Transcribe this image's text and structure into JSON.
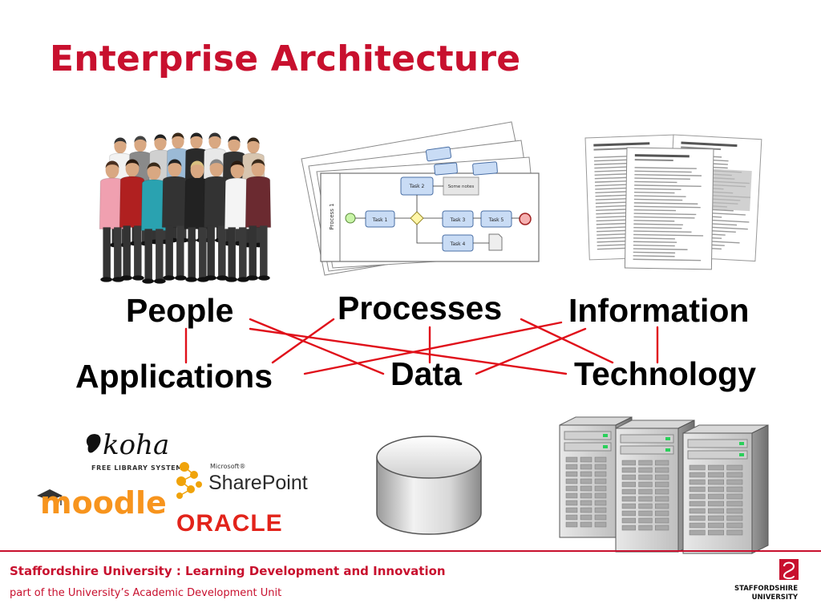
{
  "title": "Enterprise Architecture",
  "concepts": {
    "people": "People",
    "processes": "Processes",
    "information": "Information",
    "applications": "Applications",
    "data": "Data",
    "technology": "Technology"
  },
  "process_diagram": {
    "lane": "Process 1",
    "task1": "Task 1",
    "task2": "Task 2",
    "task3": "Task 3",
    "task4": "Task 4",
    "task5": "Task 5",
    "note": "Some notes"
  },
  "app_logos": {
    "koha": "koha",
    "koha_tagline": "FREE LIBRARY SYSTEM",
    "microsoft": "Microsoft®",
    "sharepoint": "SharePoint",
    "moodle": "moodle",
    "oracle": "ORACLE"
  },
  "footer": {
    "title": "Staffordshire University : Learning Development and Innovation",
    "subtitle": "part of the University’s Academic Development Unit",
    "logo_line1": "STAFFORDSHIRE",
    "logo_line2": "UNIVERSITY"
  },
  "colors": {
    "accent": "#c8102e",
    "connector": "#e0101a"
  }
}
